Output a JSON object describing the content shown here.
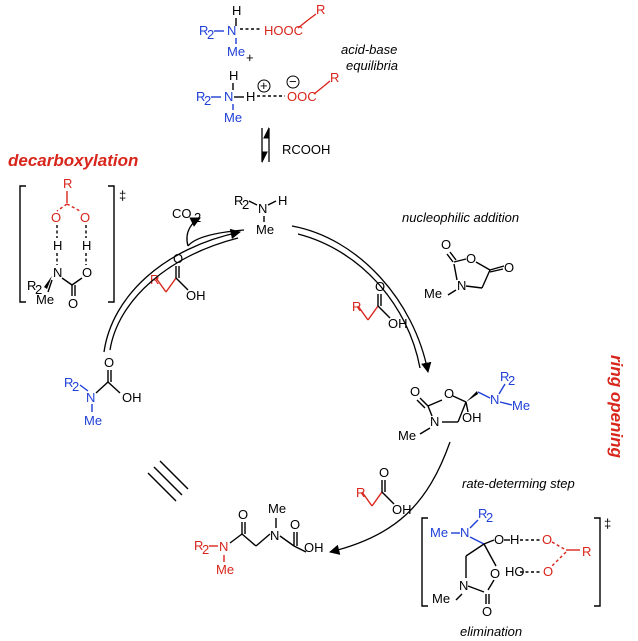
{
  "labels": {
    "acid_base": "acid-base",
    "equilibria": "equilibria",
    "plus": "+",
    "rcooh": "RCOOH",
    "decarboxylation": "decarboxylation",
    "nucleophilic_addition": "nucleophilic addition",
    "co2": "CO",
    "co2_sub": "2",
    "ring_opening": "ring opening",
    "rate_determining": "rate-determing step",
    "elimination": "elimination",
    "dagger": "‡"
  },
  "atoms": {
    "H": "H",
    "N": "N",
    "O": "O",
    "OH": "OH",
    "HO": "HO",
    "Me": "Me",
    "R": "R",
    "R2": "R",
    "sub2": "2",
    "HOOC": "HOOC",
    "OOC": "OOC",
    "plus_charge": "+",
    "minus_charge": "−"
  },
  "colors": {
    "amine": "#1f3fd6",
    "acid": "#d8261c",
    "skeleton": "#000000"
  }
}
